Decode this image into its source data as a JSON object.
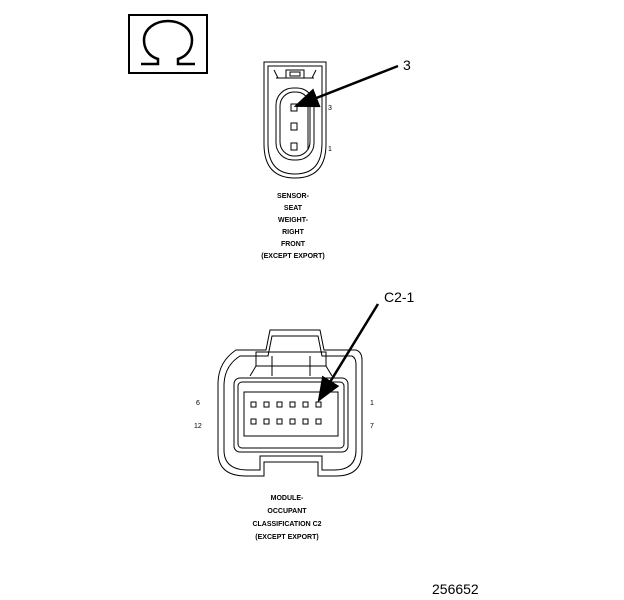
{
  "ohm_symbol": {
    "icon": "ohm-resistance-symbol-icon",
    "glyph": "Ω"
  },
  "connector_top": {
    "callout": "3",
    "pin_labels": [
      "3",
      "1"
    ],
    "caption": [
      "SENSOR-",
      "SEAT",
      "WEIGHT-",
      "RIGHT",
      "FRONT",
      "(EXCEPT EXPORT)"
    ]
  },
  "connector_bottom": {
    "callout": "C2-1",
    "pin_labels": {
      "top_left": "6",
      "top_right": "1",
      "bottom_left": "12",
      "bottom_right": "7"
    },
    "caption": [
      "MODULE-",
      "OCCUPANT",
      "CLASSIFICATION C2",
      "(EXCEPT EXPORT)"
    ]
  },
  "figure_number": "256652"
}
